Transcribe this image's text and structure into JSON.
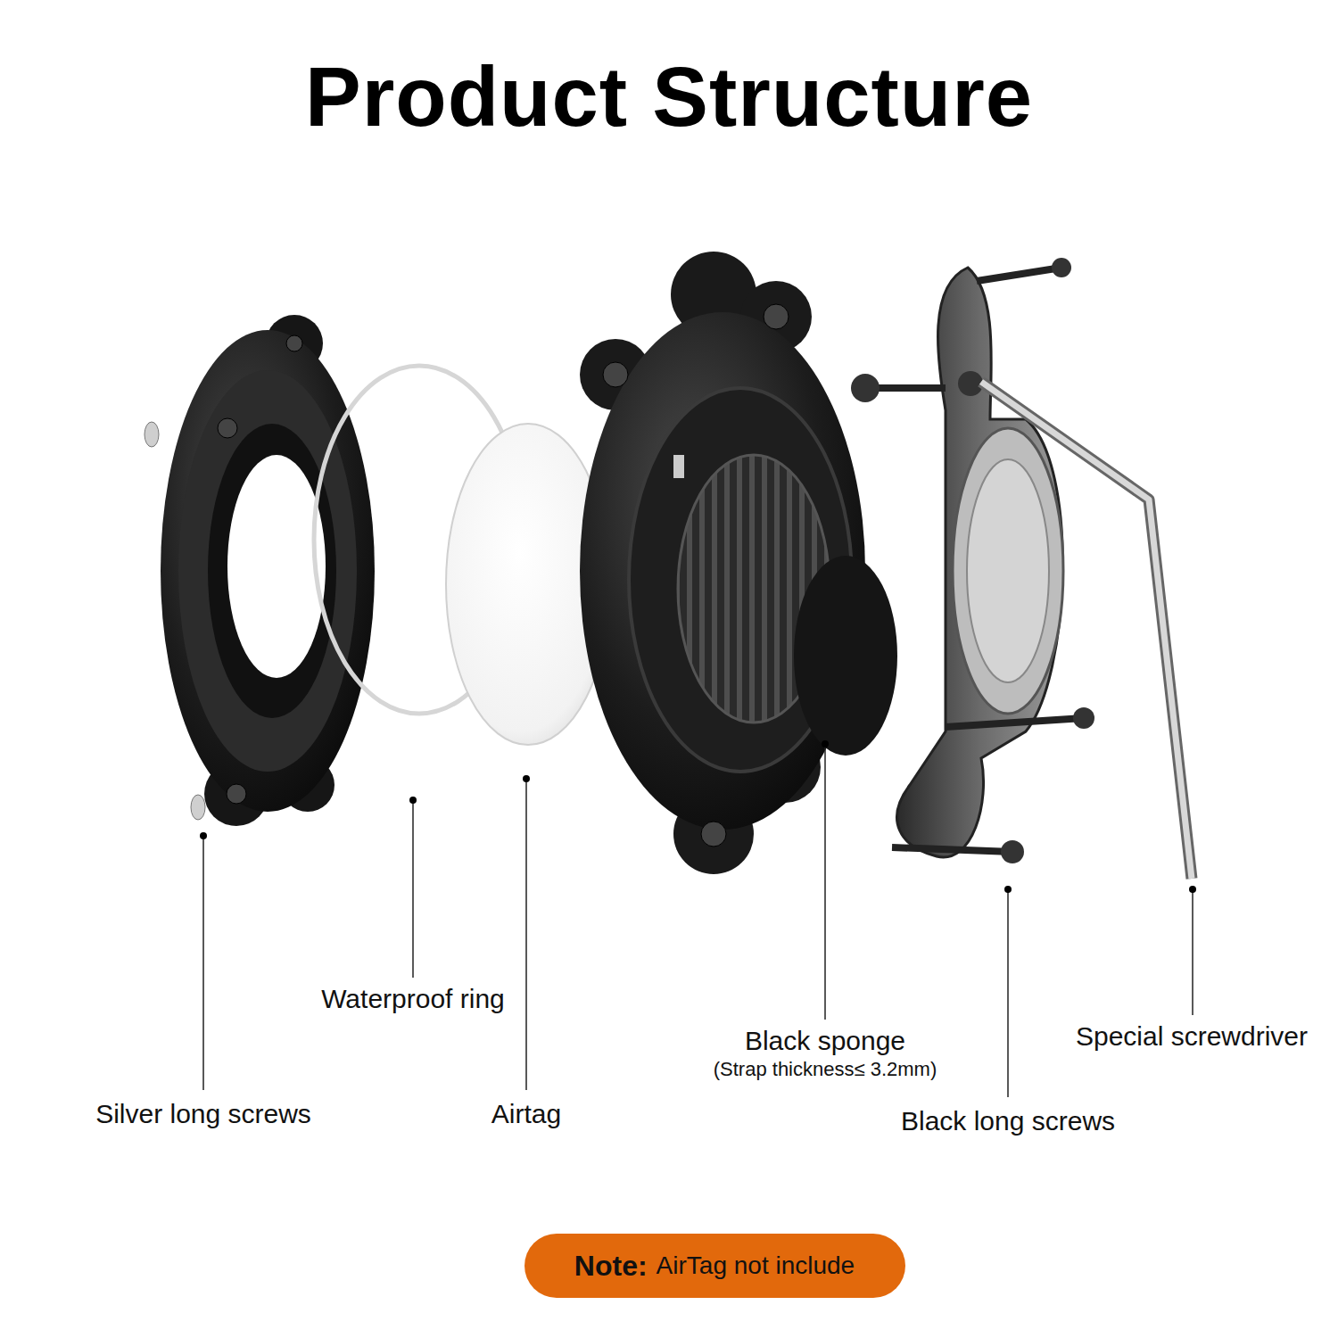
{
  "diagram": {
    "title": "Product Structure",
    "nodes": [
      {
        "text": [
          "Note:",
          "AirTag not include"
        ]
      }
    ],
    "labels": [
      "Waterproof ring",
      "Black sponge",
      "(Strap thickness≤ 3.2mm)",
      "Special screwdriver",
      "Silver long screws",
      "Airtag",
      "Black long screws"
    ]
  }
}
